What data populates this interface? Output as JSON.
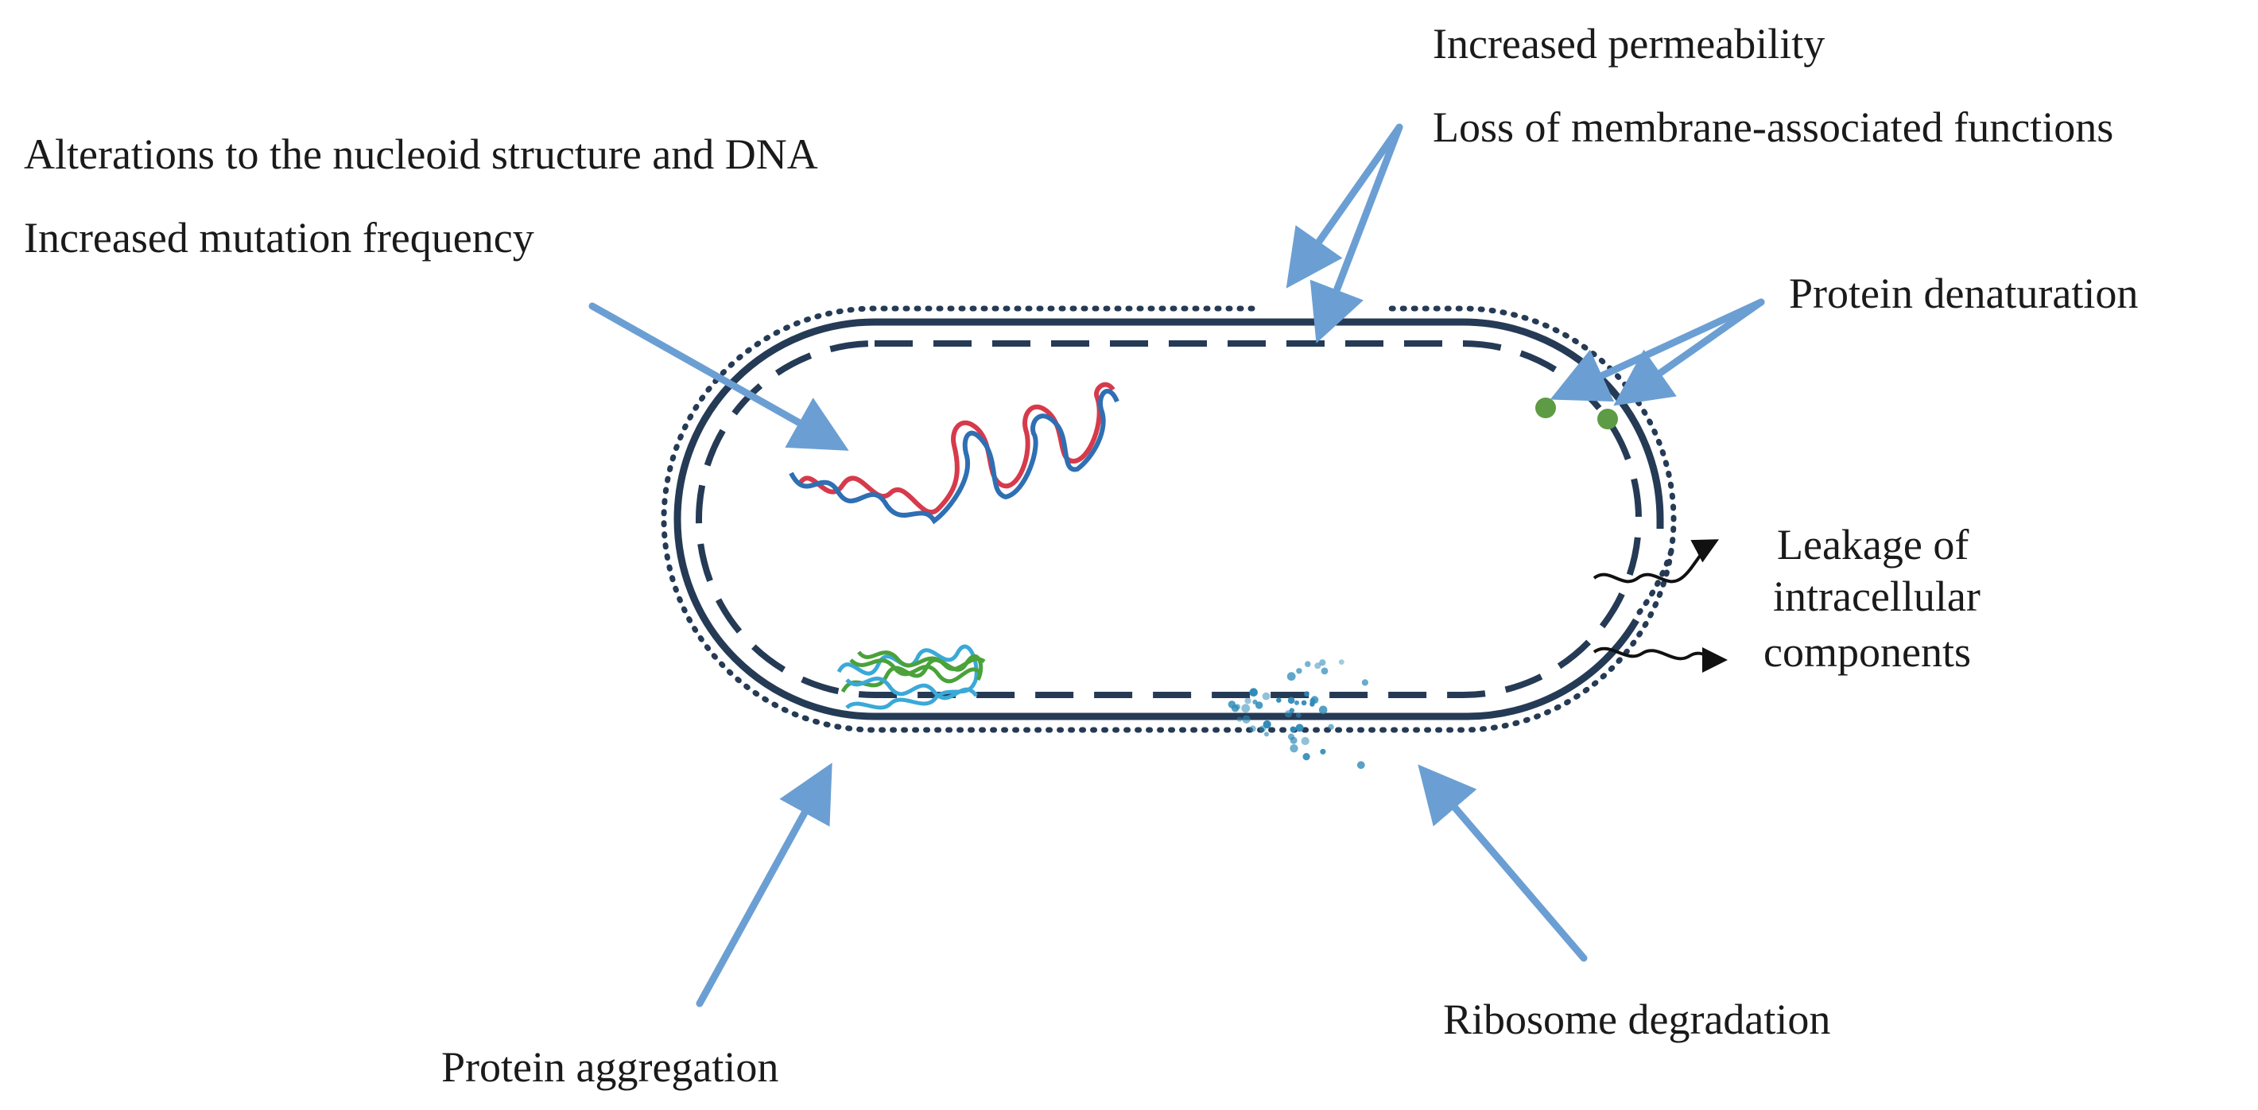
{
  "labels": {
    "increased_permeability": "Increased permeability",
    "loss_membrane_functions": "Loss of membrane-associated functions",
    "nucleoid_alterations": "Alterations to the nucleoid structure and DNA",
    "mutation_frequency": "Increased mutation frequency",
    "protein_denaturation": "Protein denaturation",
    "leakage_line1": "Leakage of",
    "leakage_line2": "intracellular",
    "leakage_line3": "components",
    "protein_aggregation": "Protein aggregation",
    "ribosome_degradation": "Ribosome degradation"
  },
  "colors": {
    "membrane": "#253a55",
    "arrow": "#6b9fd3",
    "dna_red": "#d63a4b",
    "dna_blue": "#2f6fb3",
    "protein_green": "#5d9b44",
    "aggregate_green": "#4aa23a",
    "aggregate_cyan": "#3aa9d8",
    "ribosome": "#2e8ab8",
    "leak_arrow": "#111111",
    "text": "#1a1a1a"
  },
  "icons": [
    "dna-helix-icon",
    "protein-aggregate-icon",
    "ribosome-dots-icon",
    "denatured-protein-icon"
  ]
}
